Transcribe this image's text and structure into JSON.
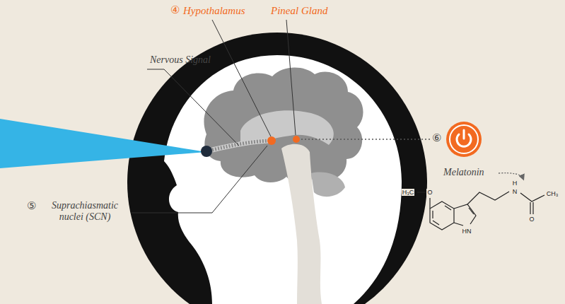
{
  "diagram": {
    "labels": [
      "④",
      "Hypothalamus",
      "Pineal Gland",
      "Nervous Signal",
      "⑥",
      "Melatonin",
      "⑤",
      "Suprachiasmatic nuclei (SCN)",
      "H₃C",
      "O",
      "HN",
      "H",
      "N",
      "O",
      "CH₃"
    ]
  }
}
